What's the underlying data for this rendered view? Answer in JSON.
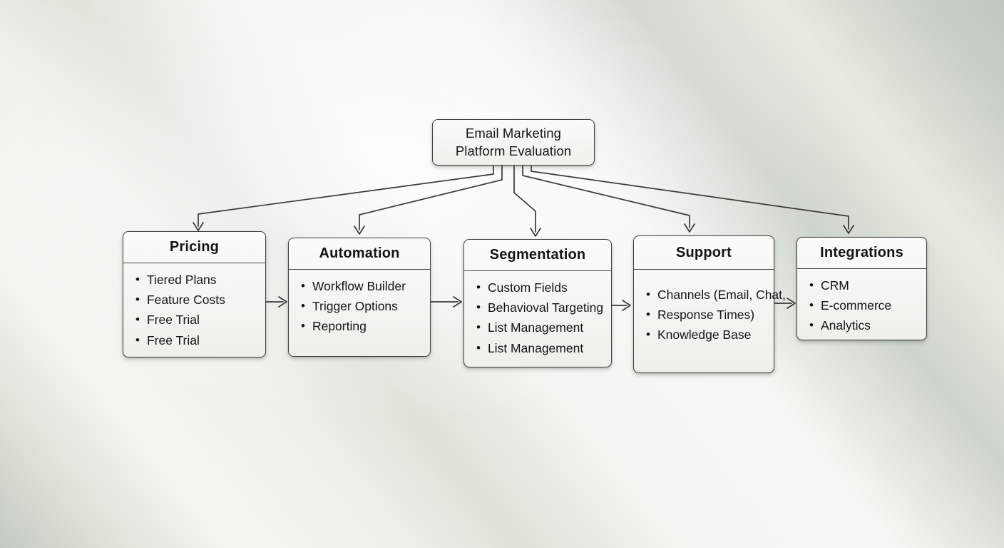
{
  "diagram": {
    "root": {
      "title": "Email Marketing\nPlatform Evaluation"
    },
    "categories": [
      {
        "label": "Pricing",
        "items": [
          "Tiered Plans",
          "Feature Costs",
          "Free Trial",
          "Free Trial"
        ]
      },
      {
        "label": "Automation",
        "items": [
          "Workflow Builder",
          "Trigger Options",
          "Reporting"
        ]
      },
      {
        "label": "Segmentation",
        "items": [
          "Custom Fields",
          "Behavioval Targeting",
          "List Management",
          "List Management"
        ]
      },
      {
        "label": "Support",
        "items": [
          "Channels (Email, Chat,",
          "Response Times)",
          "Knowledge Base"
        ]
      },
      {
        "label": "Integrations",
        "items": [
          "CRM",
          "E-commerce",
          "Analytics"
        ]
      }
    ],
    "bullet_glyph": "•",
    "colors": {
      "box_fill": "#f7f7f3",
      "box_border": "#3f3f3d",
      "connector": "#3a3a38",
      "text": "#141414",
      "background_sage": "#ccd3ca",
      "background_light": "#f6f7f2"
    }
  }
}
